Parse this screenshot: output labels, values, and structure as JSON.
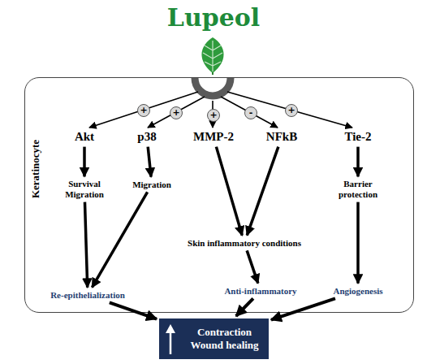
{
  "diagram": {
    "title": "Lupeol",
    "nodes": [
      {
        "text": [
          "Keratinocyte"
        ]
      },
      {
        "text": [
          "Akt"
        ],
        "in": 0
      },
      {
        "text": [
          "p38"
        ],
        "in": 0
      },
      {
        "text": [
          "MMP-2"
        ],
        "in": 0
      },
      {
        "text": [
          "NFkB"
        ],
        "in": 0
      },
      {
        "text": [
          "Tie-2"
        ],
        "in": 0
      },
      {
        "text": [
          "Survival Migration"
        ],
        "in": 0
      },
      {
        "text": [
          "Migration"
        ],
        "in": 0
      },
      {
        "text": [
          "Skin inflammatory conditions"
        ],
        "in": 0
      },
      {
        "text": [
          "Barrier protection"
        ],
        "in": 0
      },
      {
        "text": [
          "Re-epithelialization"
        ],
        "in": 0
      },
      {
        "text": [
          "Anti-inflammatory"
        ],
        "in": 0
      },
      {
        "text": [
          "Angiogenesis"
        ],
        "in": 0
      },
      {
        "text": [
          "Contraction Wound healing"
        ]
      }
    ],
    "edges": [
      {
        "from": 1,
        "to": 6,
        "arrow": "to"
      },
      {
        "from": 2,
        "to": 7,
        "arrow": "to"
      },
      {
        "from": 3,
        "to": 8,
        "arrow": "to"
      },
      {
        "from": 4,
        "to": 8,
        "arrow": "to"
      },
      {
        "from": 5,
        "to": 9,
        "arrow": "to"
      },
      {
        "from": 6,
        "to": 10,
        "arrow": "to"
      },
      {
        "from": 7,
        "to": 10,
        "arrow": "to"
      },
      {
        "from": 8,
        "to": 11,
        "arrow": "to"
      },
      {
        "from": 9,
        "to": 12,
        "arrow": "to"
      },
      {
        "from": 10,
        "to": 13,
        "arrow": "to"
      },
      {
        "from": 11,
        "to": 13,
        "arrow": "to"
      },
      {
        "from": 12,
        "to": 13,
        "arrow": "to"
      }
    ],
    "labels": [
      "+",
      "+",
      "+",
      "-",
      "+"
    ]
  }
}
